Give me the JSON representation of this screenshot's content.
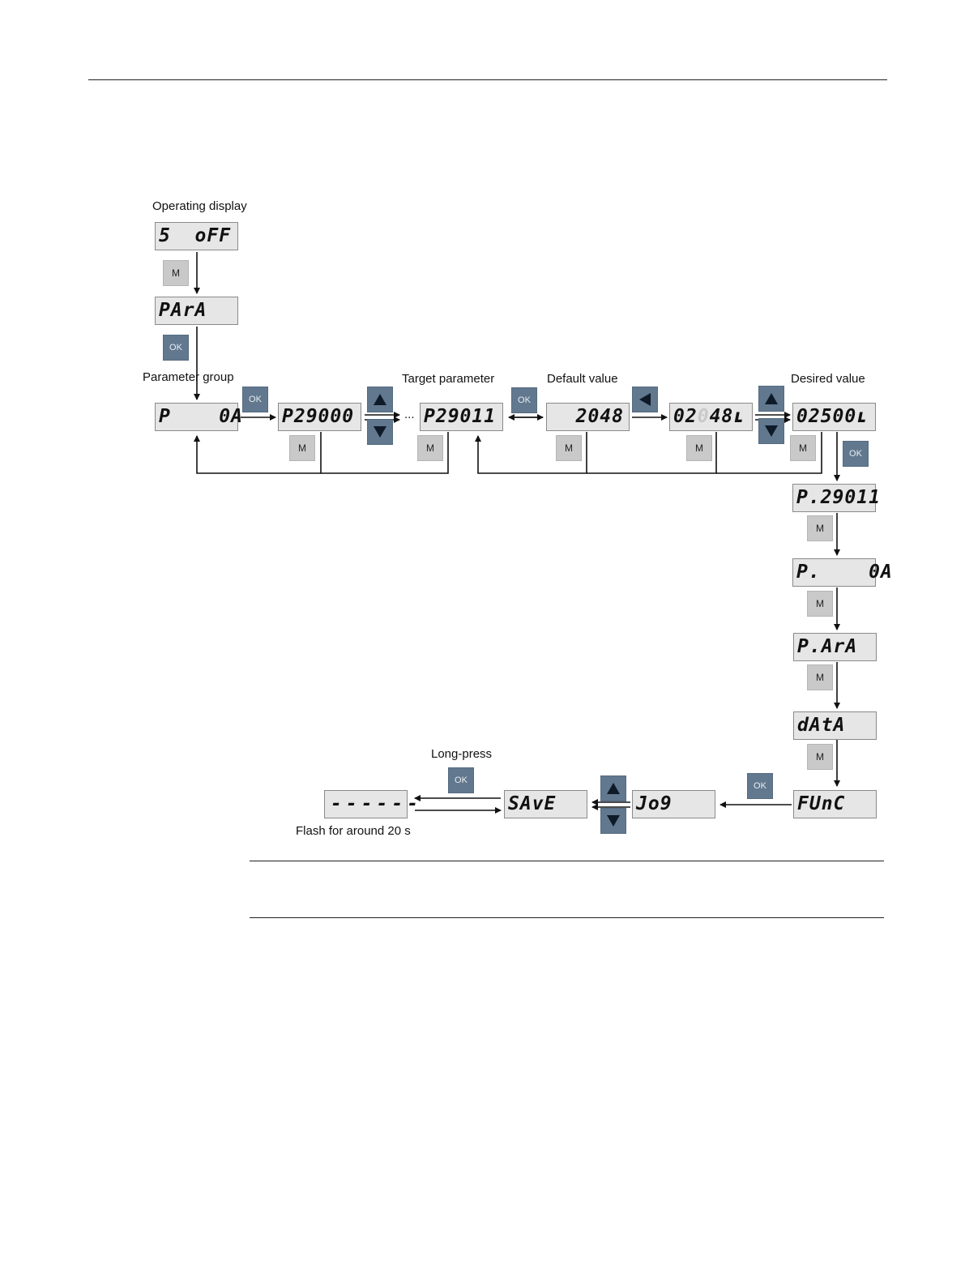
{
  "labels": {
    "operating_display": "Operating display",
    "parameter_group": "Parameter group",
    "target_parameter": "Target parameter",
    "default_value": "Default value",
    "desired_value": "Desired value",
    "long_press": "Long-press",
    "flash": "Flash for around 20 s",
    "ellipsis": "..."
  },
  "displays": {
    "s_off": "5  oFF",
    "para": "PArA",
    "p_group": "P    0A",
    "p29000": "P29000",
    "p29011": "P29011",
    "default": "2048",
    "edit_pre": "02",
    "edit_dim": "0",
    "edit_post": "48ʟ",
    "desired": "02500ʟ",
    "p_dot_29011": "P.29011",
    "p_dot_0a": "P.    0A",
    "p_dot_para": "P.ArA",
    "data": "dAtA",
    "func": "FUnC",
    "jog": "Jo9",
    "save": "SAvE",
    "dashes": "------"
  },
  "buttons": {
    "m": "M",
    "ok": "OK"
  },
  "icons": {
    "up": "up-arrow-icon",
    "down": "down-arrow-icon",
    "left": "left-arrow-icon"
  }
}
